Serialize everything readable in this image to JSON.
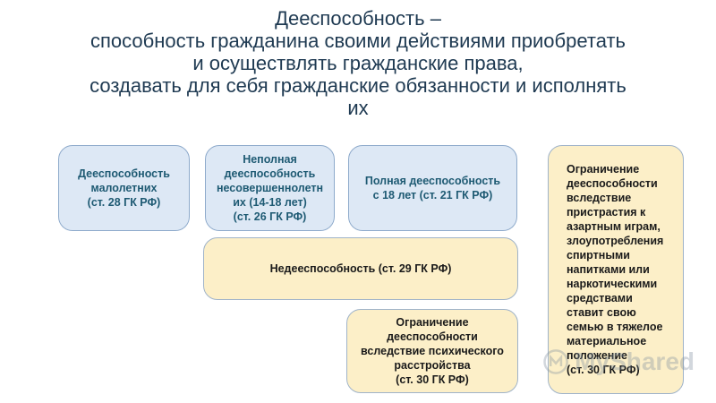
{
  "title": {
    "lines": [
      "Дееспособность –",
      "способность гражданина своими действиями приобретать",
      "и осуществлять гражданские права,",
      "создавать для себя гражданские обязанности и исполнять",
      "их"
    ]
  },
  "boxes": {
    "minors": "Дееспособность\nмалолетних\n(ст. 28 ГК РФ)",
    "partial": "Неполная\nдееспособность\nнесовершеннолетн\nих (14-18 лет)\n(ст. 26 ГК РФ)",
    "full": "Полная дееспособность\nс 18 лет (ст. 21 ГК РФ)",
    "incapacity": "Недееспособность   (ст. 29 ГК РФ)",
    "mental": "Ограничение\nдееспособности\nвследствие психического\nрасстройства\n(ст. 30 ГК РФ)",
    "gambling": "Ограничение\nдееспособности\nвследствие\nпристрастия к\nазартным играм,\nзлоупотребления\nспиртными\nнапитками или\nнаркотическими\nсредствами\nставит свою\nсемью в тяжелое\nматериальное\nположение\n(ст. 30 ГК РФ)"
  },
  "colors": {
    "title": "#1f3a52",
    "blue_fill": "#dde8f5",
    "yellow_fill": "#fcefc8"
  },
  "watermark": {
    "icon": "logo-icon",
    "text": "MyShared"
  }
}
